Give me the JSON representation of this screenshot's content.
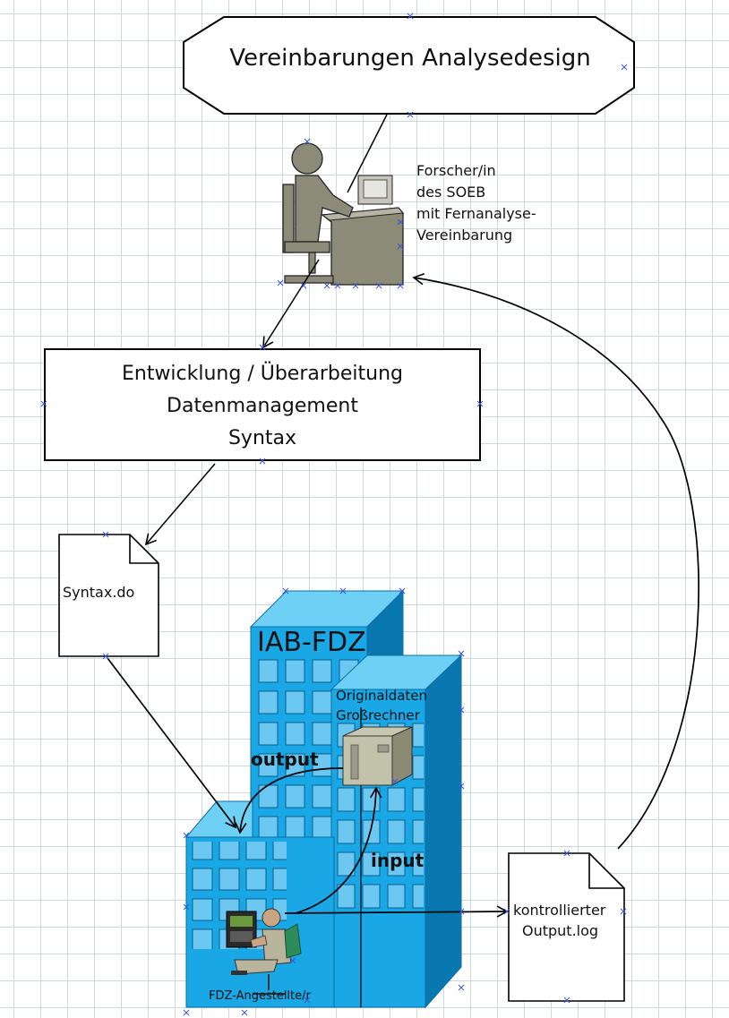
{
  "diagram": {
    "terminator_title": "Vereinbarungen Analysedesign",
    "researcher_label": [
      "Forscher/in",
      "des SOEB",
      "mit Fernanalyse-",
      "Vereinbarung"
    ],
    "process_box": [
      "Entwicklung / Überarbeitung",
      "Datenmanagement",
      "Syntax"
    ],
    "syntax_doc": "Syntax.do",
    "building_title": "IAB-FDZ",
    "server_label": [
      "Originaldaten",
      "Großrechner"
    ],
    "output_label": "output",
    "input_label": "input",
    "output_doc": [
      "kontrollierter",
      "Output.log"
    ],
    "employee_label": "FDZ-Angestellte/r"
  },
  "colors": {
    "building_face": "#1aa7e6",
    "building_side": "#0a78b0",
    "building_top": "#6fd0f5",
    "window": "#6cc8f0",
    "figure": "#8b8b78"
  }
}
